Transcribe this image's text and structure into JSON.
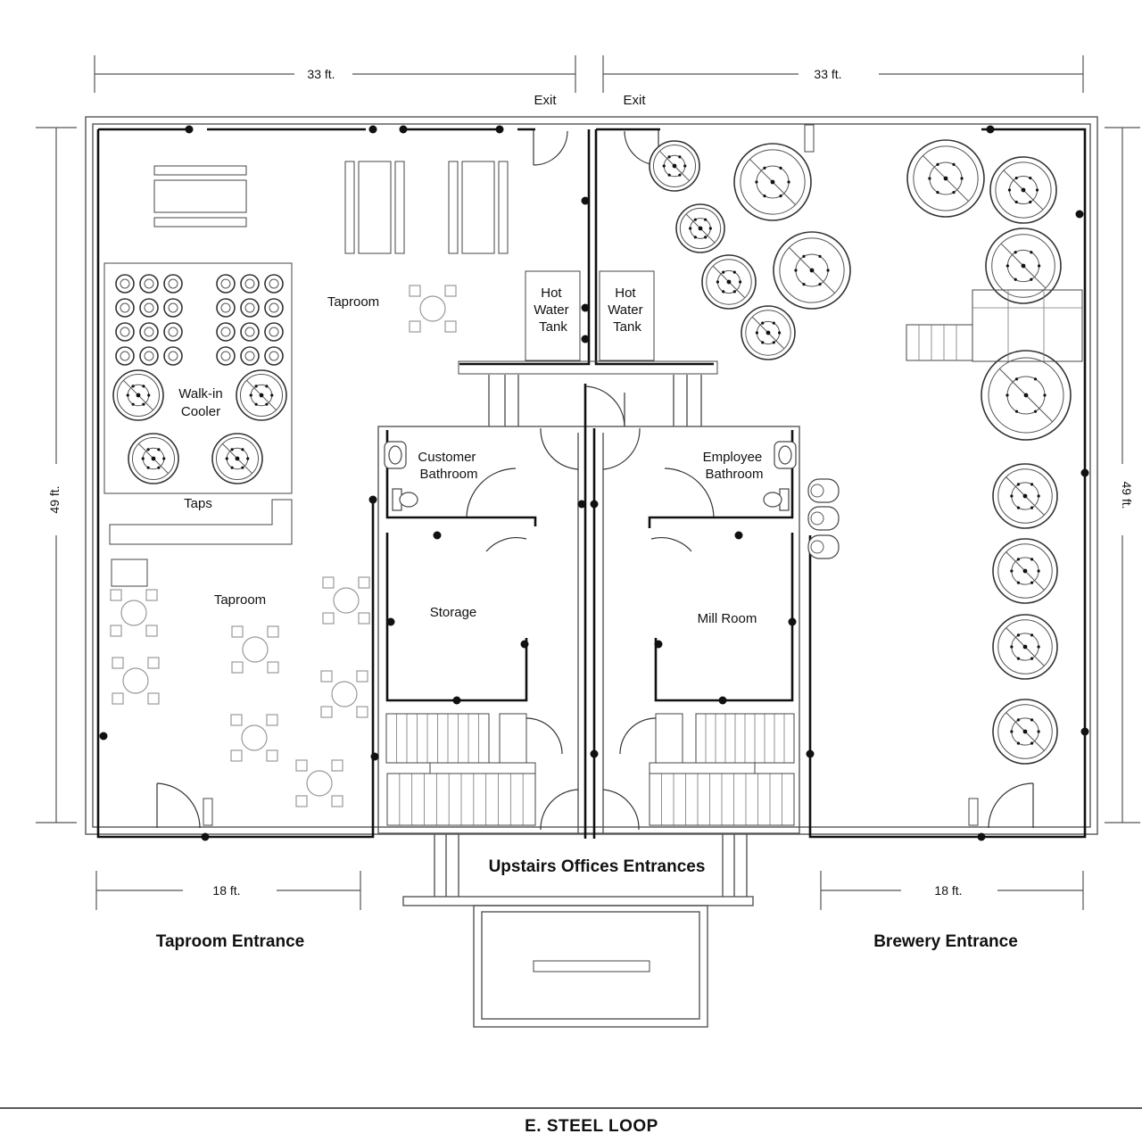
{
  "dimensions": {
    "top_left": "33 ft.",
    "top_right": "33 ft.",
    "left_side": "49 ft.",
    "right_side": "49 ft.",
    "bottom_left": "18 ft.",
    "bottom_right": "18 ft."
  },
  "exits": {
    "left": "Exit",
    "right": "Exit"
  },
  "rooms": {
    "taproom_upper": "Taproom",
    "taproom_lower": "Taproom",
    "walk_in_cooler_line1": "Walk-in",
    "walk_in_cooler_line2": "Cooler",
    "taps": "Taps",
    "hot_water_tank_left": [
      "Hot",
      "Water",
      "Tank"
    ],
    "hot_water_tank_right": [
      "Hot",
      "Water",
      "Tank"
    ],
    "customer_bathroom_line1": "Customer",
    "customer_bathroom_line2": "Bathroom",
    "employee_bathroom_line1": "Employee",
    "employee_bathroom_line2": "Bathroom",
    "storage": "Storage",
    "mill_room": "Mill Room"
  },
  "entrances": {
    "taproom": "Taproom Entrance",
    "brewery": "Brewery Entrance",
    "upstairs_offices": "Upstairs Offices Entrances"
  },
  "street": "E. STEEL LOOP",
  "icons": [
    "exit-door-icon",
    "fermenter-tank-icon",
    "keg-icon",
    "table-icon",
    "toilet-icon",
    "sink-icon",
    "stair-icon"
  ]
}
